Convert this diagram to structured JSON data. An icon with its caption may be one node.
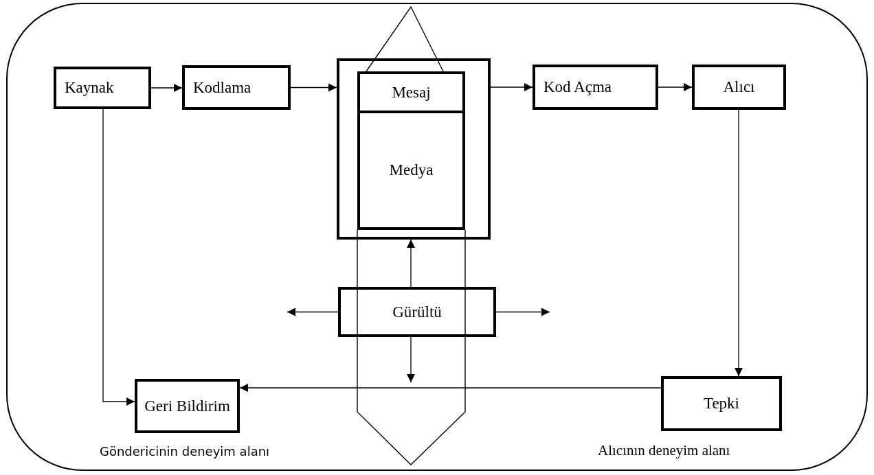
{
  "diagram": {
    "nodes": [
      {
        "text": [
          "Kaynak"
        ]
      },
      {
        "text": [
          "Kodlama"
        ]
      },
      {
        "text": [],
        "shape": "box"
      },
      {
        "text": [
          "Mesaj"
        ],
        "in": 2
      },
      {
        "text": [
          "Medya"
        ],
        "in": 2
      },
      {
        "text": [
          "Kod Açma"
        ]
      },
      {
        "text": [
          "Alıcı"
        ]
      },
      {
        "text": [
          "Gürültü"
        ]
      },
      {
        "text": [
          "Geri Bildirim"
        ]
      },
      {
        "text": [
          "Tepki"
        ]
      }
    ],
    "edges": [
      {
        "from": 0,
        "to": 1,
        "arrow": "to"
      },
      {
        "from": 1,
        "to": 2,
        "arrow": "to"
      },
      {
        "from": 2,
        "to": 5,
        "arrow": "to"
      },
      {
        "from": 5,
        "to": 6,
        "arrow": "to"
      },
      {
        "from": 0,
        "to": 8,
        "arrow": "to"
      },
      {
        "from": 6,
        "to": 9,
        "arrow": "to"
      },
      {
        "from": 9,
        "to": 8,
        "arrow": "to"
      },
      {
        "from": 7,
        "to": 2,
        "arrow": "to"
      },
      {
        "from": 7,
        "to": null,
        "arrow": "to"
      },
      {
        "from": 7,
        "to": null,
        "arrow": "to"
      },
      {
        "from": 7,
        "to": null,
        "arrow": "to"
      }
    ],
    "labels": [
      "Göndericinin deneyim alanı",
      "Alıcının deneyim alanı"
    ]
  }
}
